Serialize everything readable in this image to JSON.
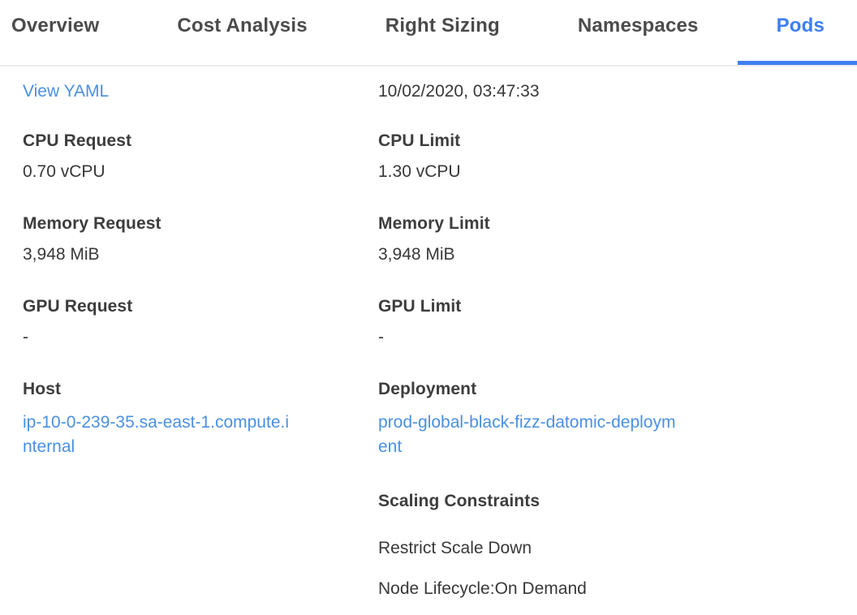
{
  "tab_bar": {
    "tabs": [
      {
        "label": "Overview"
      },
      {
        "label": "Cost Analysis"
      },
      {
        "label": "Right Sizing"
      },
      {
        "label": "Namespaces"
      },
      {
        "label": "Pods"
      }
    ],
    "active_tab": "Pods"
  },
  "details": {
    "view_yaml_link": "View YAML",
    "timestamp": "10/02/2020, 03:47:33",
    "cpu_request": {
      "label": "CPU Request",
      "value": "0.70 vCPU"
    },
    "cpu_limit": {
      "label": "CPU Limit",
      "value": "1.30 vCPU"
    },
    "memory_request": {
      "label": "Memory Request",
      "value": "3,948 MiB"
    },
    "memory_limit": {
      "label": "Memory Limit",
      "value": "3,948 MiB"
    },
    "gpu_request": {
      "label": "GPU Request",
      "value": "-"
    },
    "gpu_limit": {
      "label": "GPU Limit",
      "value": "-"
    },
    "host": {
      "label": "Host",
      "value": "ip-10-0-239-35.sa-east-1.compute.internal"
    },
    "deployment": {
      "label": "Deployment",
      "value": "prod-global-black-fizz-datomic-deployment"
    },
    "scaling_constraints": {
      "label": "Scaling Constraints",
      "items": [
        "Restrict Scale Down",
        "Node Lifecycle:On Demand"
      ]
    }
  },
  "colors": {
    "active_tab_blue": "#3d7ef2",
    "link_blue": "#4a90e2",
    "divider_gray": "#ececec"
  }
}
